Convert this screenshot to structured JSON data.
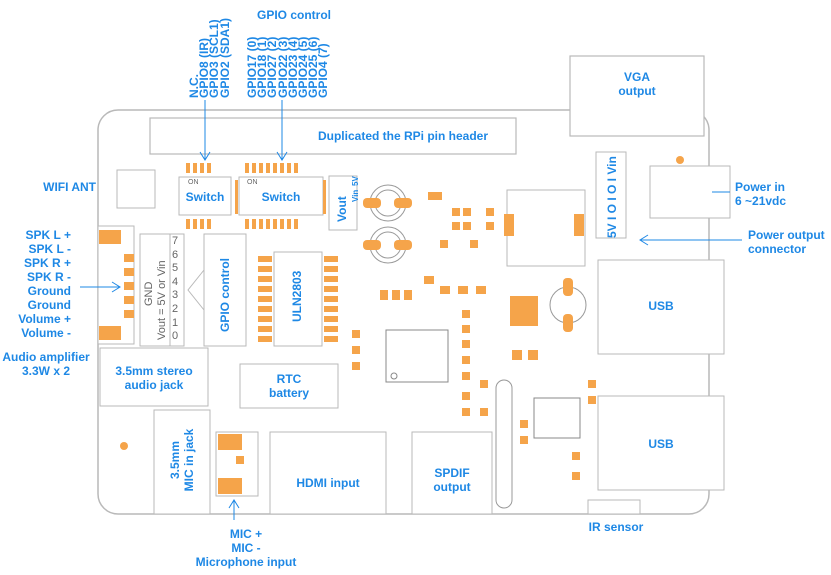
{
  "colors": {
    "accent": "#1e88e5",
    "component": "#f5a44a",
    "outline": "#b9b9b9"
  },
  "top": {
    "gpio_control": "GPIO control",
    "left_pins": [
      "N.C.",
      "GPIO8 (IR)",
      "GPIO3 (SCL1)",
      "GPIO2 (SDA1)"
    ],
    "right_pins": [
      "GPIO17 (0)",
      "GPIO18 (1)",
      "GPIO27 (2)",
      "GPIO22 (3)",
      "GPIO23 (4)",
      "GPIO24 (5)",
      "GPIO25 (6)",
      "GPIO4 (7)"
    ]
  },
  "board": {
    "vga": [
      "VGA",
      "output"
    ],
    "pin_header": "Duplicated the RPi pin header",
    "switch1": "Switch",
    "switch2": "Switch",
    "on1": "ON",
    "on2": "ON",
    "vout": "Vout",
    "vin": "Vin",
    "v5": "5V",
    "power_conn_box": "5V I O I O I Vin",
    "wifi_ant": "WIFI ANT",
    "speaker_labels": [
      "SPK L +",
      "SPK L -",
      "SPK R +",
      "SPK R -",
      "Ground",
      "Ground",
      "Volume +",
      "Volume -"
    ],
    "audio_amp": [
      "Audio amplifier",
      "3.3W x 2"
    ],
    "gnd": "GND",
    "vout_note": "Vout = 5V or Vin",
    "pin_numbers": [
      "7",
      "6",
      "5",
      "4",
      "3",
      "2",
      "1",
      "0"
    ],
    "gpio_control_box": "GPIO control",
    "uln": "ULN2803",
    "stereo_jack": [
      "3.5mm stereo",
      "audio jack"
    ],
    "rtc": [
      "RTC",
      "battery"
    ],
    "mic_jack": [
      "3.5mm",
      "MIC in jack"
    ],
    "hdmi": "HDMI input",
    "spdif": [
      "SPDIF",
      "output"
    ],
    "usb1": "USB",
    "usb2": "USB",
    "ir_sensor": "IR sensor",
    "mic_labels": [
      "MIC +",
      "MIC -",
      "Microphone input"
    ],
    "power_in": [
      "Power in",
      "6 ~21vdc"
    ],
    "power_out": [
      "Power output",
      "connector"
    ]
  }
}
